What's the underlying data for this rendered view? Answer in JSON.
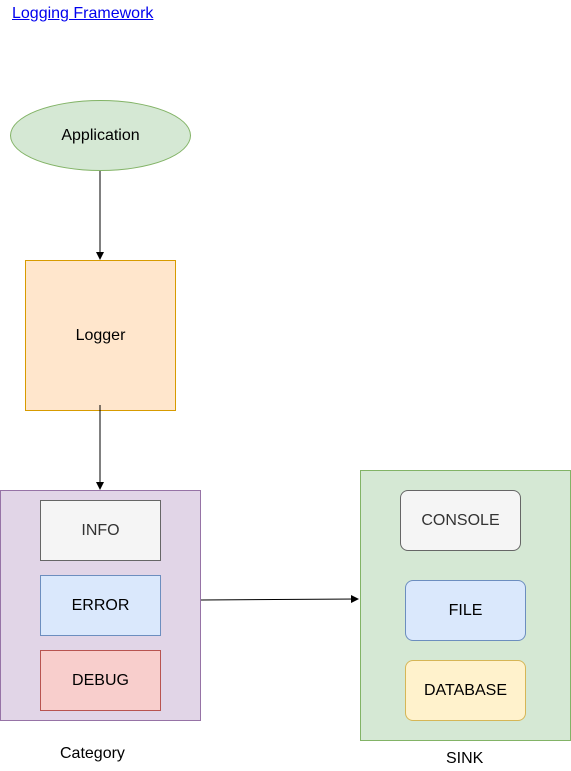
{
  "header": {
    "title_link": "Logging Framework"
  },
  "nodes": {
    "application": "Application",
    "logger": "Logger",
    "category": {
      "info": "INFO",
      "error": "ERROR",
      "debug": "DEBUG",
      "caption": "Category"
    },
    "sink": {
      "console": "CONSOLE",
      "file": "FILE",
      "database": "DATABASE",
      "caption": "SINK"
    }
  }
}
